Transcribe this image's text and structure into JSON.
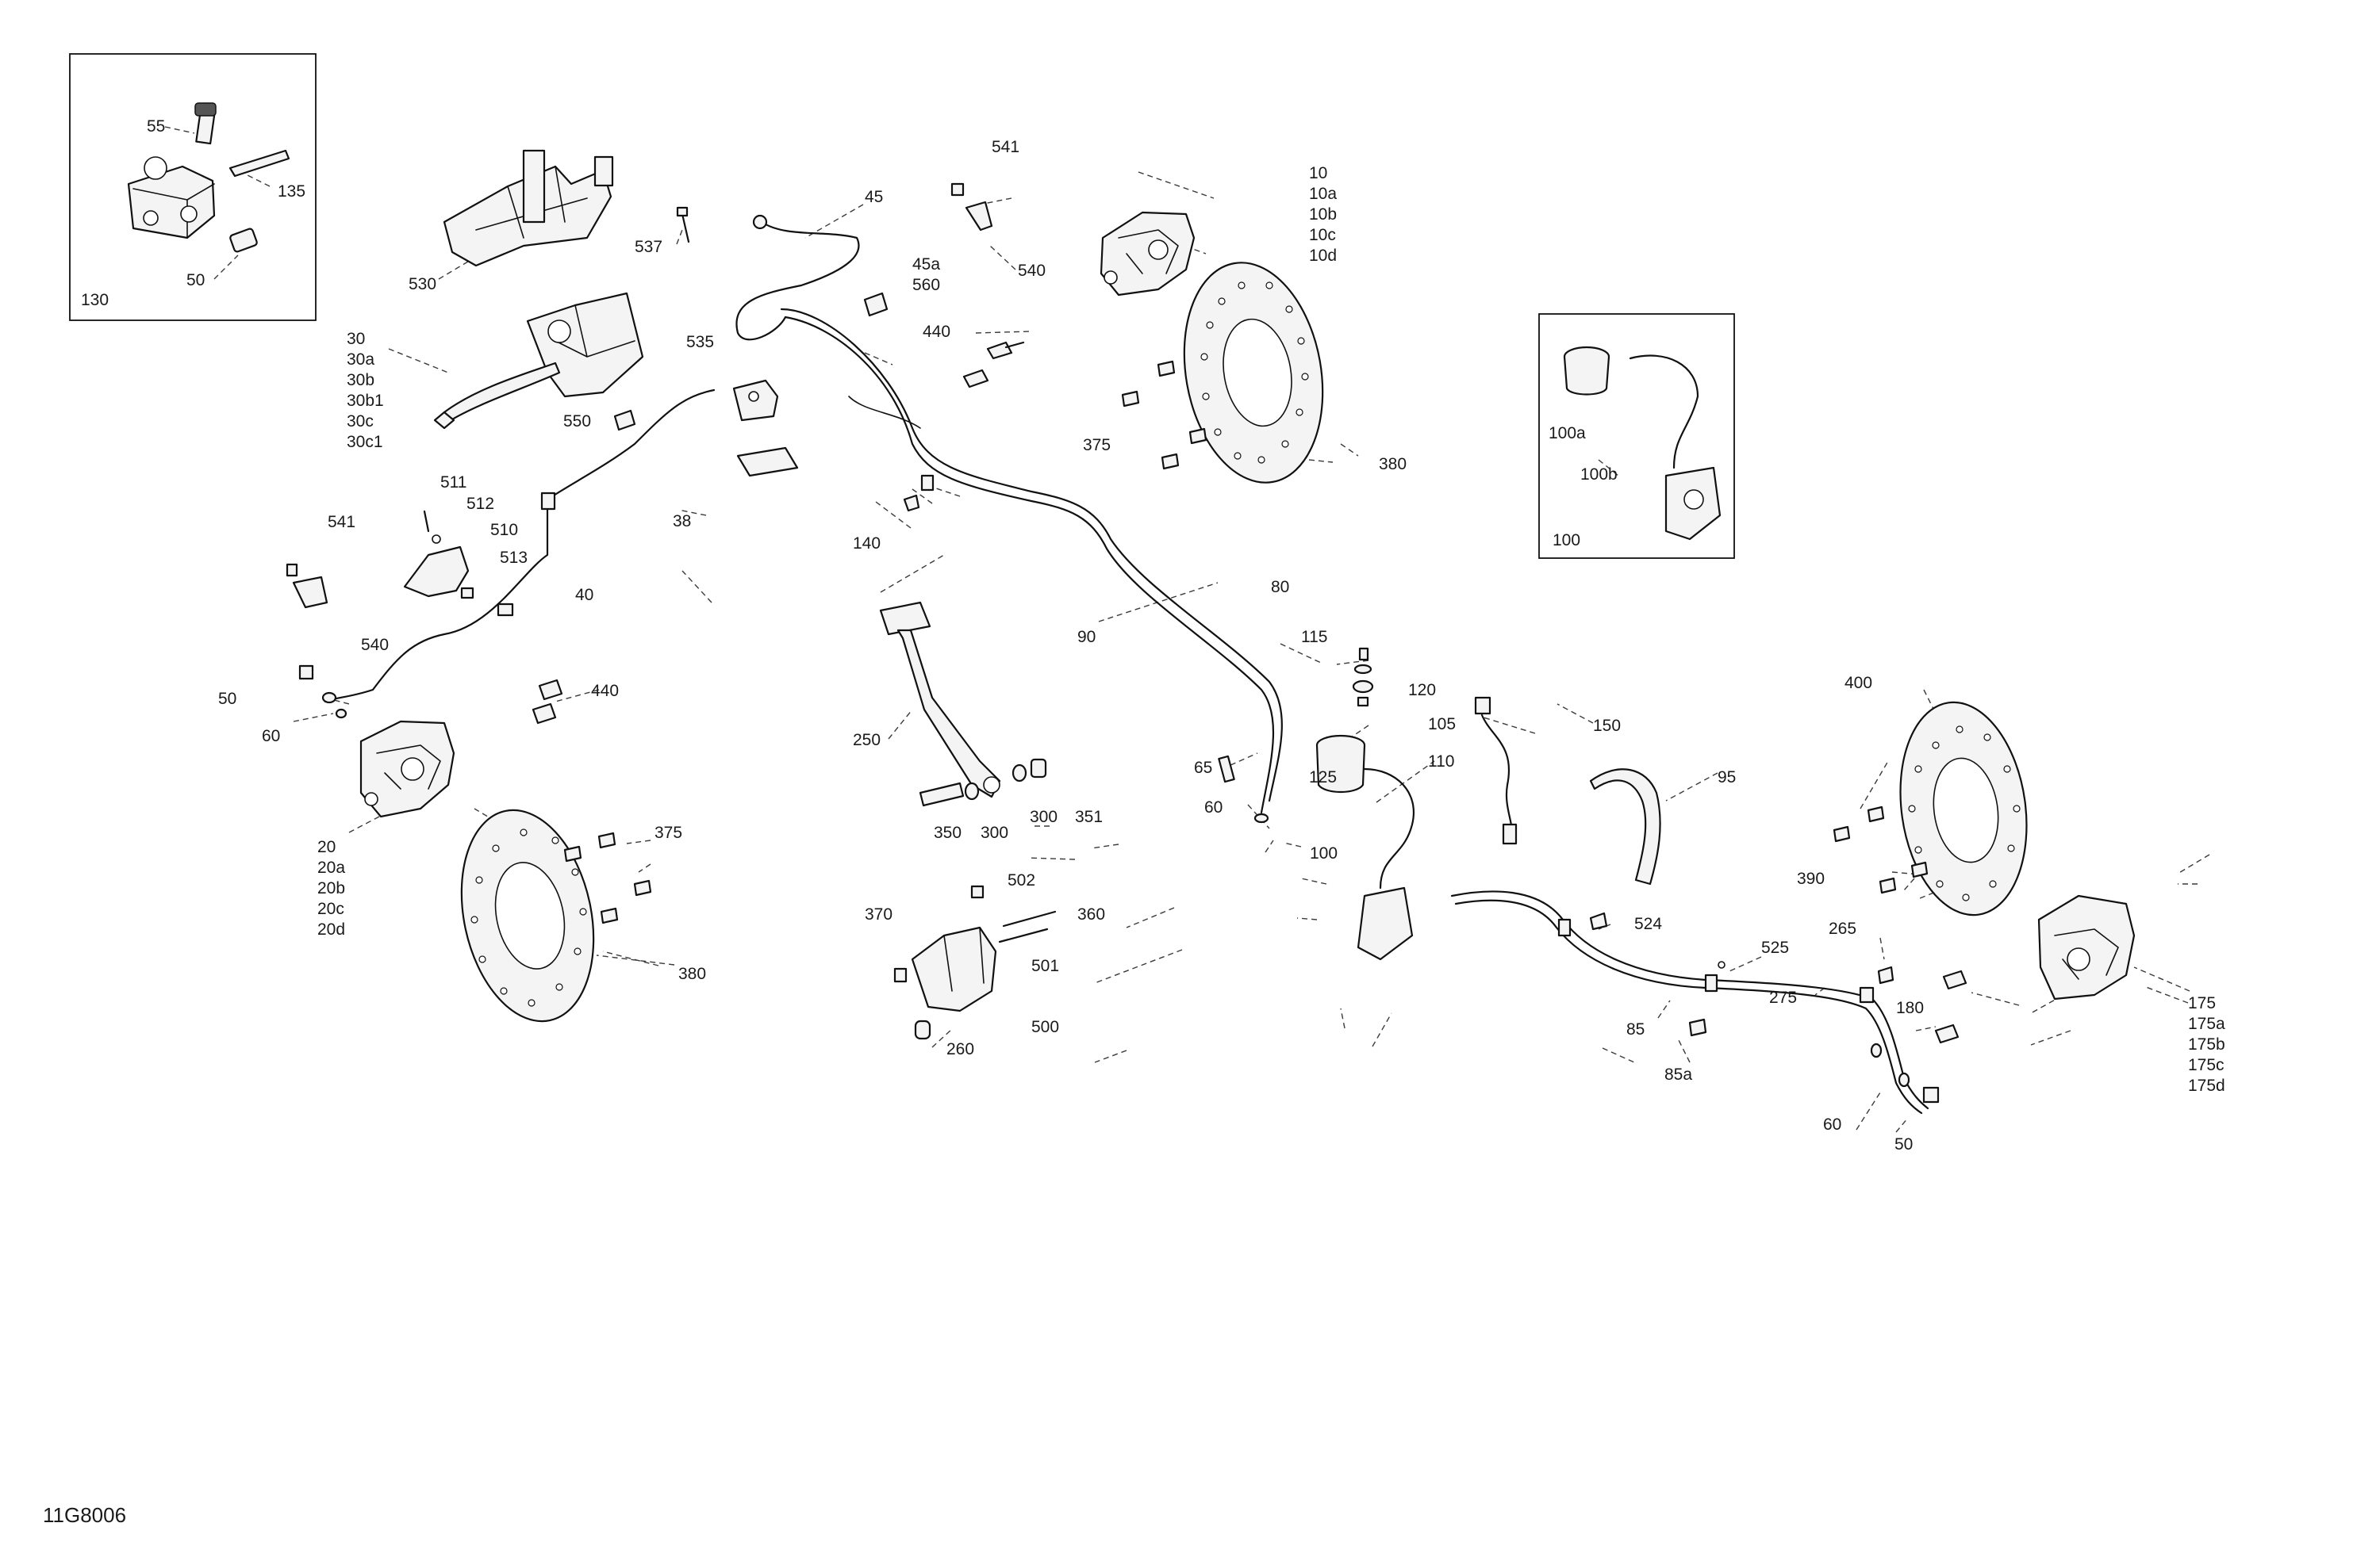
{
  "document_id": "11G8006",
  "inset_left_label": "130",
  "inset_right_label": "100",
  "labels": [
    {
      "id": "l-55",
      "text": "55"
    },
    {
      "id": "l-135",
      "text": "135"
    },
    {
      "id": "l-50a",
      "text": "50"
    },
    {
      "id": "l-130",
      "text": "130"
    },
    {
      "id": "l-530",
      "text": "530"
    },
    {
      "id": "l-537",
      "text": "537"
    },
    {
      "id": "l-45",
      "text": "45"
    },
    {
      "id": "l-541a",
      "text": "541"
    },
    {
      "id": "l-540a",
      "text": "540"
    },
    {
      "id": "l-45a",
      "text": "45a"
    },
    {
      "id": "l-560",
      "text": "560"
    },
    {
      "id": "l-10",
      "text": "10"
    },
    {
      "id": "l-10a",
      "text": "10a"
    },
    {
      "id": "l-10b",
      "text": "10b"
    },
    {
      "id": "l-10c",
      "text": "10c"
    },
    {
      "id": "l-10d",
      "text": "10d"
    },
    {
      "id": "l-440a",
      "text": "440"
    },
    {
      "id": "l-535",
      "text": "535"
    },
    {
      "id": "l-30",
      "text": "30"
    },
    {
      "id": "l-30a",
      "text": "30a"
    },
    {
      "id": "l-30b",
      "text": "30b"
    },
    {
      "id": "l-30b1",
      "text": "30b1"
    },
    {
      "id": "l-30c",
      "text": "30c"
    },
    {
      "id": "l-30c1",
      "text": "30c1"
    },
    {
      "id": "l-550",
      "text": "550"
    },
    {
      "id": "l-375a",
      "text": "375"
    },
    {
      "id": "l-380a",
      "text": "380"
    },
    {
      "id": "l-100a",
      "text": "100a"
    },
    {
      "id": "l-100b",
      "text": "100b"
    },
    {
      "id": "l-100i",
      "text": "100"
    },
    {
      "id": "l-511",
      "text": "511"
    },
    {
      "id": "l-512",
      "text": "512"
    },
    {
      "id": "l-510",
      "text": "510"
    },
    {
      "id": "l-541b",
      "text": "541"
    },
    {
      "id": "l-513",
      "text": "513"
    },
    {
      "id": "l-38",
      "text": "38"
    },
    {
      "id": "l-140",
      "text": "140"
    },
    {
      "id": "l-40",
      "text": "40"
    },
    {
      "id": "l-540b",
      "text": "540"
    },
    {
      "id": "l-80",
      "text": "80"
    },
    {
      "id": "l-90",
      "text": "90"
    },
    {
      "id": "l-115",
      "text": "115"
    },
    {
      "id": "l-120",
      "text": "120"
    },
    {
      "id": "l-105",
      "text": "105"
    },
    {
      "id": "l-110",
      "text": "110"
    },
    {
      "id": "l-50b",
      "text": "50"
    },
    {
      "id": "l-440b",
      "text": "440"
    },
    {
      "id": "l-60a",
      "text": "60"
    },
    {
      "id": "l-250",
      "text": "250"
    },
    {
      "id": "l-65",
      "text": "65"
    },
    {
      "id": "l-60b",
      "text": "60"
    },
    {
      "id": "l-125",
      "text": "125"
    },
    {
      "id": "l-150",
      "text": "150"
    },
    {
      "id": "l-400",
      "text": "400"
    },
    {
      "id": "l-95",
      "text": "95"
    },
    {
      "id": "l-350",
      "text": "350"
    },
    {
      "id": "l-300a",
      "text": "300"
    },
    {
      "id": "l-300b",
      "text": "300"
    },
    {
      "id": "l-351",
      "text": "351"
    },
    {
      "id": "l-100",
      "text": "100"
    },
    {
      "id": "l-20",
      "text": "20"
    },
    {
      "id": "l-20a",
      "text": "20a"
    },
    {
      "id": "l-20b",
      "text": "20b"
    },
    {
      "id": "l-20c",
      "text": "20c"
    },
    {
      "id": "l-20d",
      "text": "20d"
    },
    {
      "id": "l-375b",
      "text": "375"
    },
    {
      "id": "l-390",
      "text": "390"
    },
    {
      "id": "l-502",
      "text": "502"
    },
    {
      "id": "l-370",
      "text": "370"
    },
    {
      "id": "l-360",
      "text": "360"
    },
    {
      "id": "l-501",
      "text": "501"
    },
    {
      "id": "l-500",
      "text": "500"
    },
    {
      "id": "l-260",
      "text": "260"
    },
    {
      "id": "l-380b",
      "text": "380"
    },
    {
      "id": "l-524",
      "text": "524"
    },
    {
      "id": "l-525",
      "text": "525"
    },
    {
      "id": "l-265",
      "text": "265"
    },
    {
      "id": "l-275",
      "text": "275"
    },
    {
      "id": "l-180",
      "text": "180"
    },
    {
      "id": "l-85",
      "text": "85"
    },
    {
      "id": "l-85a",
      "text": "85a"
    },
    {
      "id": "l-175",
      "text": "175"
    },
    {
      "id": "l-175a",
      "text": "175a"
    },
    {
      "id": "l-175b",
      "text": "175b"
    },
    {
      "id": "l-175c",
      "text": "175c"
    },
    {
      "id": "l-175d",
      "text": "175d"
    },
    {
      "id": "l-60c",
      "text": "60"
    },
    {
      "id": "l-50c",
      "text": "50"
    }
  ]
}
